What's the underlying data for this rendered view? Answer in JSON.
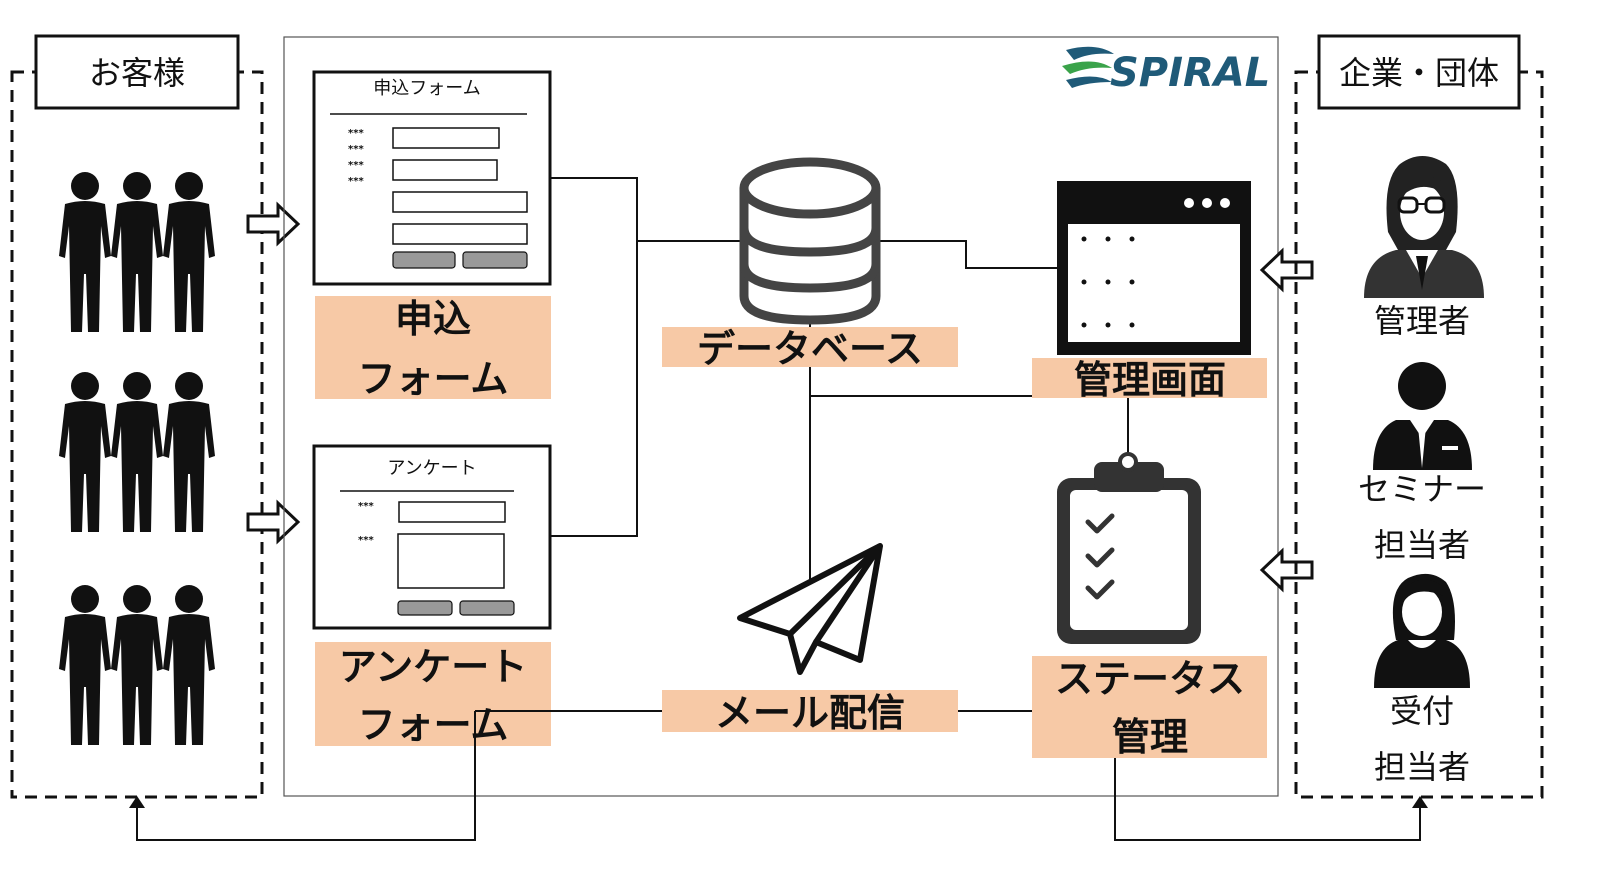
{
  "customers": {
    "title": "お客様"
  },
  "companies": {
    "title": "企業・団体"
  },
  "brand": {
    "logo_text": "SPIRAL",
    "accent": "#1f5a78",
    "swirl": "#3aa34a"
  },
  "forms": {
    "application": {
      "header": "申込フォーム",
      "label_line1": "申込",
      "label_line2": "フォーム",
      "field_mark": "***"
    },
    "survey": {
      "header": "アンケート",
      "label_line1": "アンケート",
      "label_line2": "フォーム",
      "field_mark": "***"
    }
  },
  "center": {
    "database_label": "データベース",
    "mail_label": "メール配信",
    "admin_screen_label": "管理画面",
    "status_label_line1": "ステータス",
    "status_label_line2": "管理"
  },
  "staff": {
    "admin": "管理者",
    "seminar_line1": "セミナー",
    "seminar_line2": "担当者",
    "reception_line1": "受付",
    "reception_line2": "担当者"
  },
  "colors": {
    "label_bg": "#f7c9a6",
    "line": "#111111"
  }
}
